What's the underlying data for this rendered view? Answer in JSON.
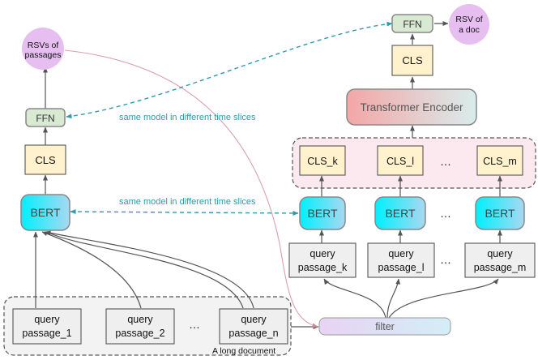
{
  "left": {
    "rsv": [
      "RSVs of",
      "passages"
    ],
    "ffn": "FFN",
    "cls": "CLS",
    "bert": "BERT",
    "passages": [
      [
        "query",
        "passage_1"
      ],
      [
        "query",
        "passage_2"
      ],
      [
        "query",
        "passage_n"
      ]
    ],
    "ellipsis": "…",
    "group_label": "A long document"
  },
  "right": {
    "ffn": "FFN",
    "rsv": [
      "RSV of",
      "a doc"
    ],
    "cls": "CLS",
    "encoder": "Transformer Encoder",
    "cls_tokens": [
      "CLS_k",
      "CLS_l",
      "CLS_m"
    ],
    "bert": "BERT",
    "passages": [
      [
        "query",
        "passage_k"
      ],
      [
        "query",
        "passage_l"
      ],
      [
        "query",
        "passage_m"
      ]
    ],
    "ellipsis": "…"
  },
  "filter": "filter",
  "shared_note": "same model in different time slices",
  "colors": {
    "link": "#2a9bb0",
    "curve": "#d8a0b0",
    "cls_fill": "#fff2cc",
    "ffn_fill": "#d9ead3",
    "rsv_fill": "#e6bff0",
    "passage_fill": "#efefef",
    "group_fill": "#f3f3f3",
    "bert_fill": "#33e0f0"
  }
}
